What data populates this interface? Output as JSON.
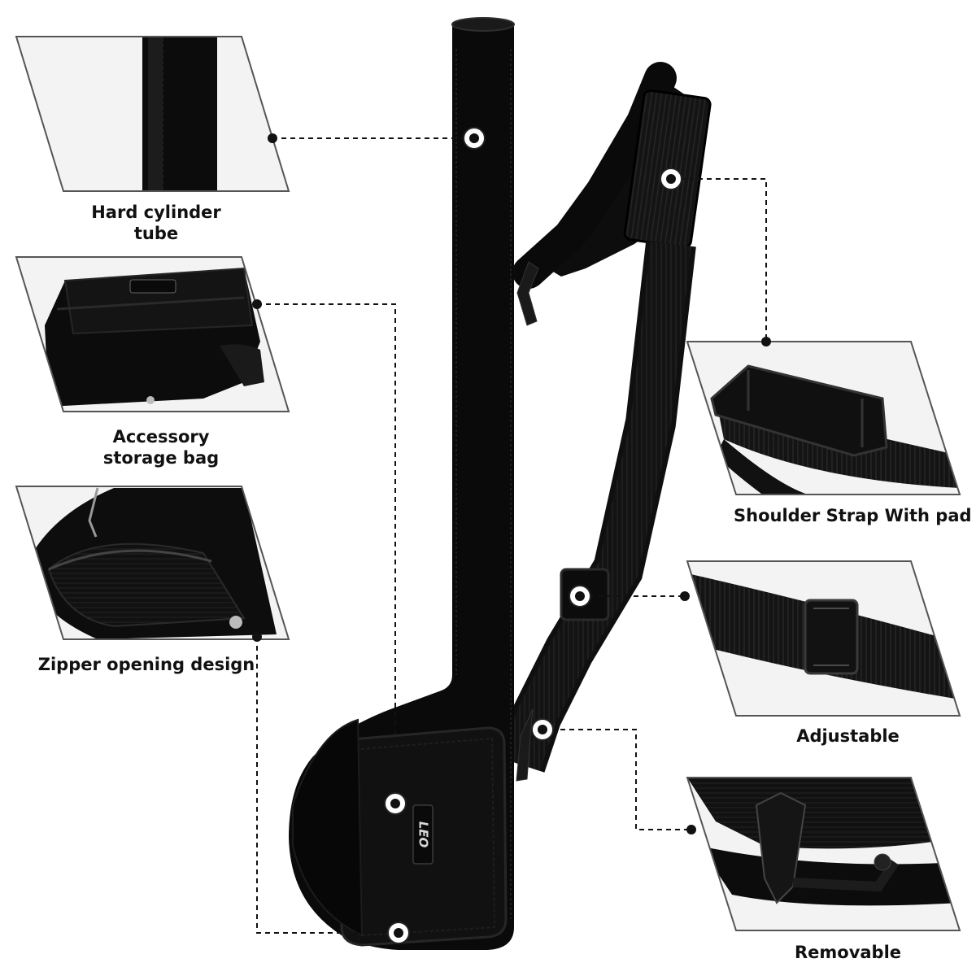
{
  "features": {
    "hard_tube": "Hard cylinder",
    "hard_tube_line2": "tube",
    "accessory_bag": "Accessory",
    "accessory_bag_line2": "storage bag",
    "zipper": "Zipper opening design",
    "shoulder_strap": "Shoulder Strap With pad",
    "adjustable": "Adjustable",
    "removable": "Removable"
  },
  "logo_text": "LEO",
  "colors": {
    "bag": "#0b0b0b",
    "frame": "#555555",
    "leader": "#111111",
    "background": "#ffffff"
  }
}
